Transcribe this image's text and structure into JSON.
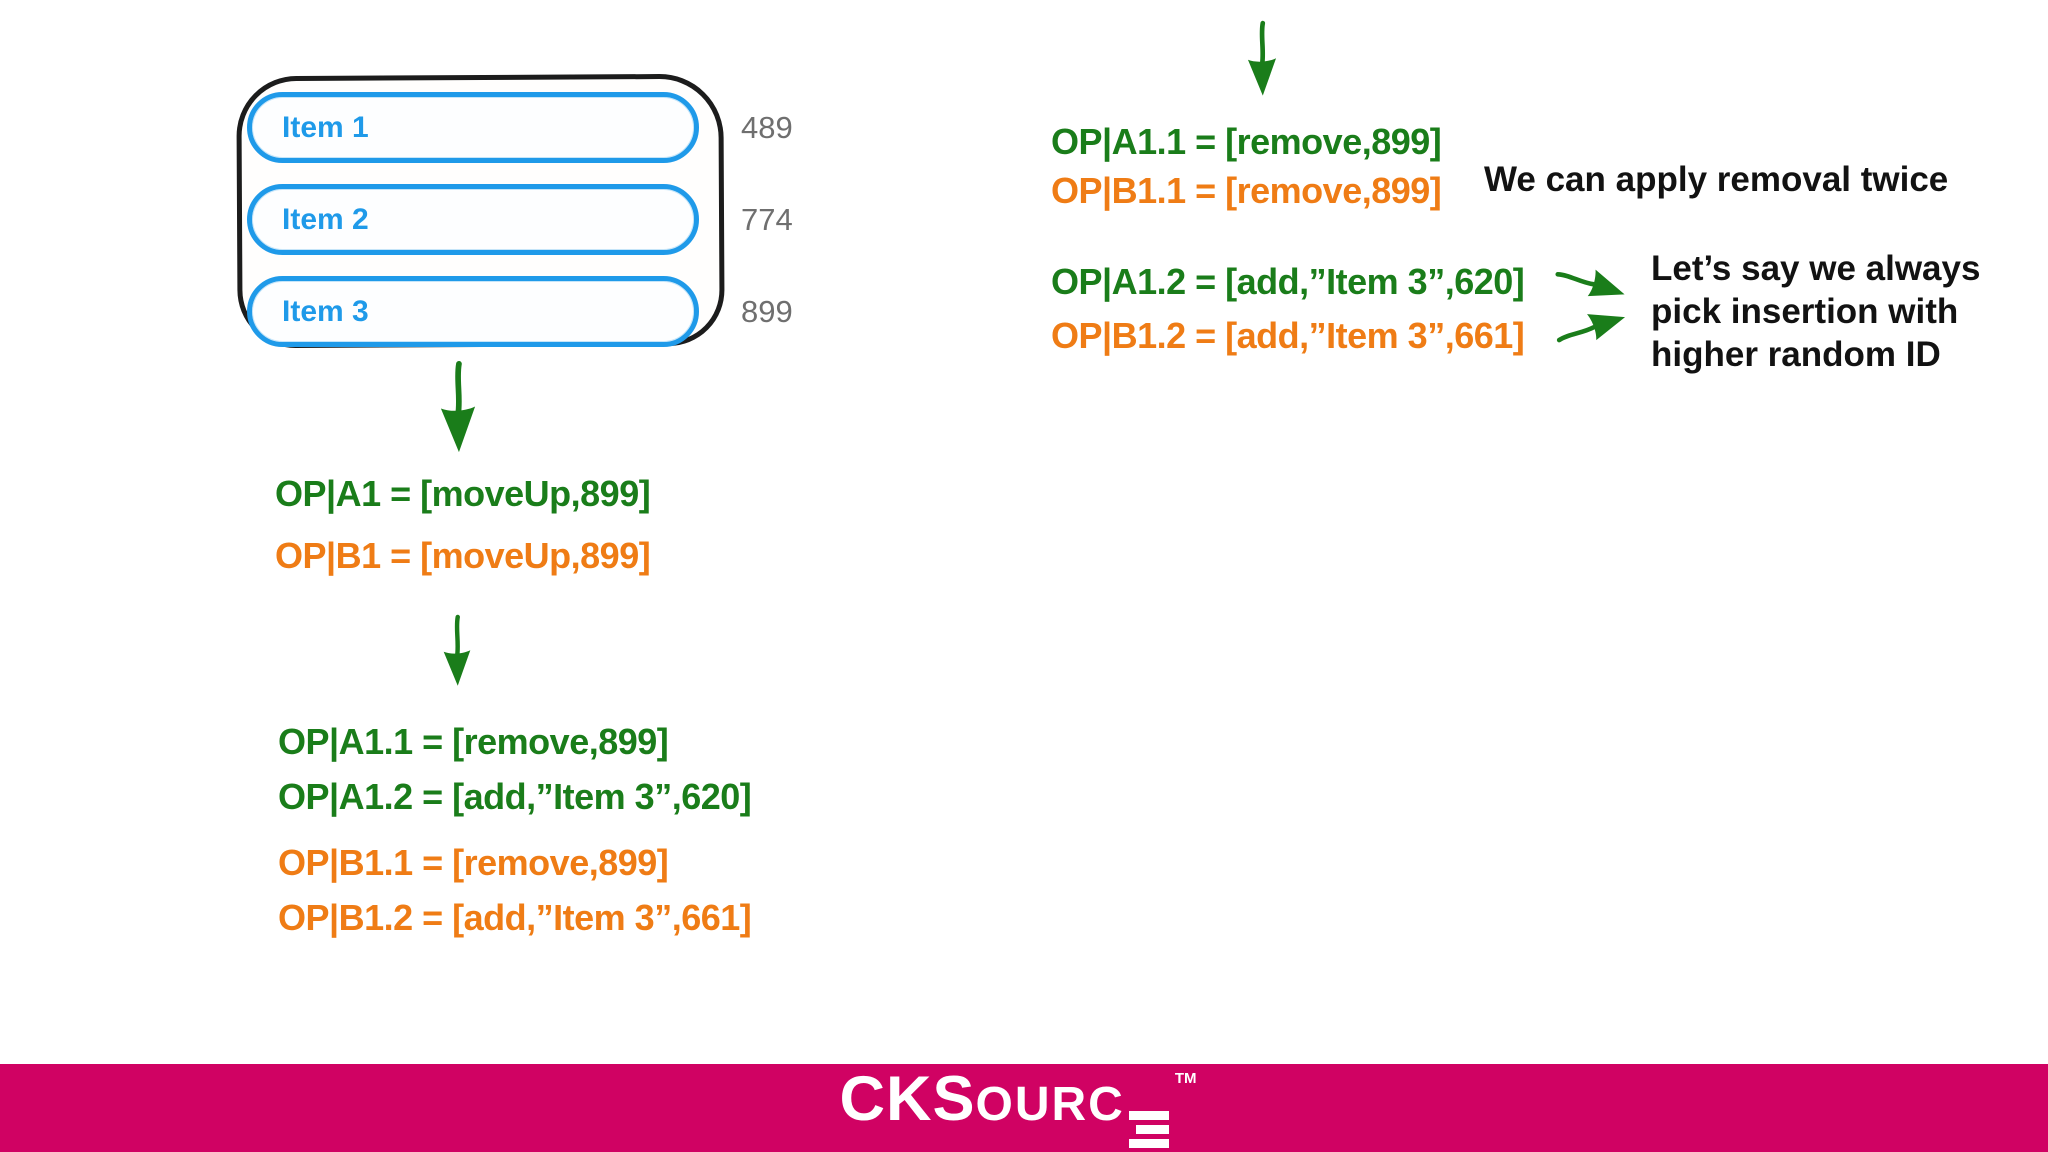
{
  "colors": {
    "green": "#1a7d1a",
    "orange": "#ef7c15",
    "blue": "#1f9ae9",
    "gray_id": "#6f6f6f",
    "ink": "#1c1c1c",
    "brand_pink": "#d00263"
  },
  "list_box": {
    "items": [
      {
        "label": "Item 1",
        "random_id": "489"
      },
      {
        "label": "Item 2",
        "random_id": "774"
      },
      {
        "label": "Item 3",
        "random_id": "899"
      }
    ]
  },
  "left_flow": {
    "step1": {
      "op_a": "OP|A1 = [moveUp,899]",
      "op_b": "OP|B1 = [moveUp,899]"
    },
    "step2": {
      "op_a1": "OP|A1.1 = [remove,899]",
      "op_a2": "OP|A1.2 = [add,”Item 3”,620]",
      "op_b1": "OP|B1.1 = [remove,899]",
      "op_b2": "OP|B1.2 = [add,”Item 3”,661]"
    }
  },
  "right_flow": {
    "removal": {
      "op_a": "OP|A1.1 = [remove,899]",
      "op_b": "OP|B1.1 = [remove,899]",
      "note": "We can apply removal twice"
    },
    "insertion": {
      "op_a": "OP|A1.2 = [add,”Item 3”,620]",
      "op_b": "OP|B1.2 = [add,”Item 3”,661]",
      "note_lines": [
        "Let’s say we always",
        "pick insertion with",
        "higher random ID"
      ]
    }
  },
  "footer": {
    "logo_primary": "CKS",
    "logo_secondary": "OURC",
    "trademark": "TM"
  }
}
